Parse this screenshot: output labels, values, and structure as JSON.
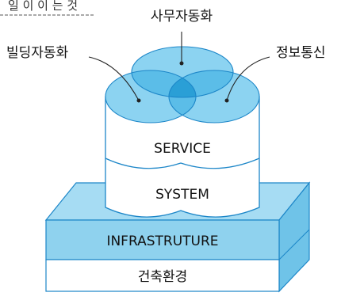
{
  "header_fragment": "일 이 이 는 것",
  "labels": {
    "top": "사무자동화",
    "left": "빌딩자동화",
    "right": "정보통신"
  },
  "layers": {
    "service": "SERVICE",
    "system": "SYSTEM",
    "infrastructure": "INFRASTRUTURE",
    "building": "건축환경"
  },
  "colors": {
    "blue_fill": "#8cd3f1",
    "blue_overlap": "#5bbde8",
    "blue_center": "#2a9fd6",
    "slab_side": "#8fd2ee",
    "outline": "#1c86c8"
  }
}
